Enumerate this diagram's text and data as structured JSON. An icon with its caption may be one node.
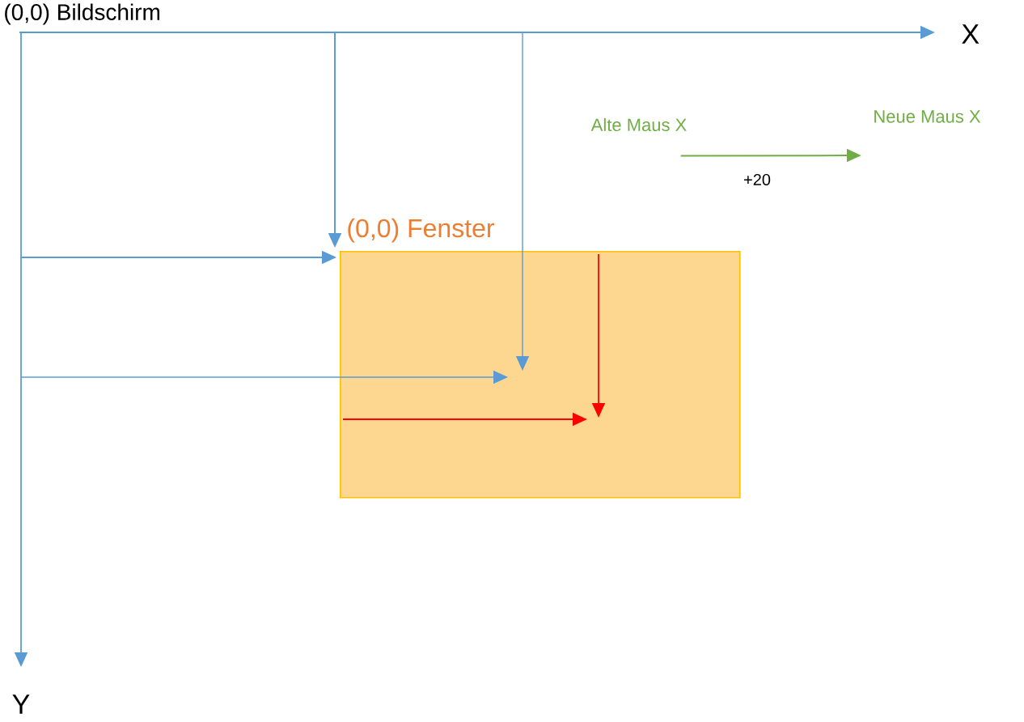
{
  "diagram": {
    "nodes": [
      {
        "text": [
          "(0,0)  Fenster"
        ]
      },
      {
        "text": [
          "Alte Maus X"
        ]
      },
      {
        "text": [
          "Neue Maus X"
        ]
      }
    ],
    "edges": [
      {
        "from": null,
        "to": 0,
        "arrow": "to"
      },
      {
        "from": null,
        "to": 0,
        "arrow": "to"
      },
      {
        "from": 1,
        "to": 2,
        "arrow": "to",
        "label": "+20",
        "color": "#70ad47"
      }
    ],
    "labels": [
      "(0,0)  Bildschirm",
      "X",
      "Y"
    ]
  }
}
